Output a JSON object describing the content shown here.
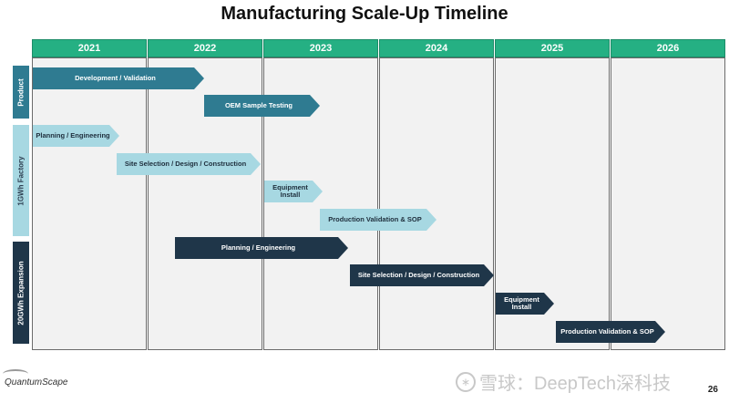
{
  "title": "Manufacturing Scale-Up Timeline",
  "years": [
    "2021",
    "2022",
    "2023",
    "2024",
    "2025",
    "2026"
  ],
  "sections": [
    {
      "label": "Product"
    },
    {
      "label": "1GWh Factory"
    },
    {
      "label": "20GWh Expansion"
    }
  ],
  "tasks": [
    {
      "label": "Development / Validation",
      "start": 2021.0,
      "end": 2022.5,
      "section": "Product"
    },
    {
      "label": "OEM Sample Testing",
      "start": 2022.5,
      "end": 2023.5,
      "section": "Product"
    },
    {
      "label": "Planning / Engineering",
      "start": 2021.0,
      "end": 2021.75,
      "section": "1GWh Factory"
    },
    {
      "label": "Site Selection / Design / Construction",
      "start": 2021.75,
      "end": 2023.0,
      "section": "1GWh Factory"
    },
    {
      "label": "Equipment Install",
      "start": 2023.0,
      "end": 2023.5,
      "section": "1GWh Factory"
    },
    {
      "label": "Production Validation  & SOP",
      "start": 2023.5,
      "end": 2024.5,
      "section": "1GWh Factory"
    },
    {
      "label": "Planning / Engineering",
      "start": 2022.25,
      "end": 2023.75,
      "section": "20GWh Expansion"
    },
    {
      "label": "Site Selection / Design / Construction",
      "start": 2023.75,
      "end": 2025.0,
      "section": "20GWh Expansion"
    },
    {
      "label": "Equipment Install",
      "start": 2025.0,
      "end": 2025.5,
      "section": "20GWh Expansion"
    },
    {
      "label": "Production Validation  & SOP",
      "start": 2025.5,
      "end": 2026.5,
      "section": "20GWh Expansion"
    }
  ],
  "colors": {
    "header": "#25b083",
    "product": "#2f7b91",
    "factory": "#a7d8e2",
    "expansion": "#1f3649"
  },
  "footer": {
    "logo": "QuantumScape",
    "page_number": "26",
    "watermark": "雪球：DeepTech深科技"
  }
}
